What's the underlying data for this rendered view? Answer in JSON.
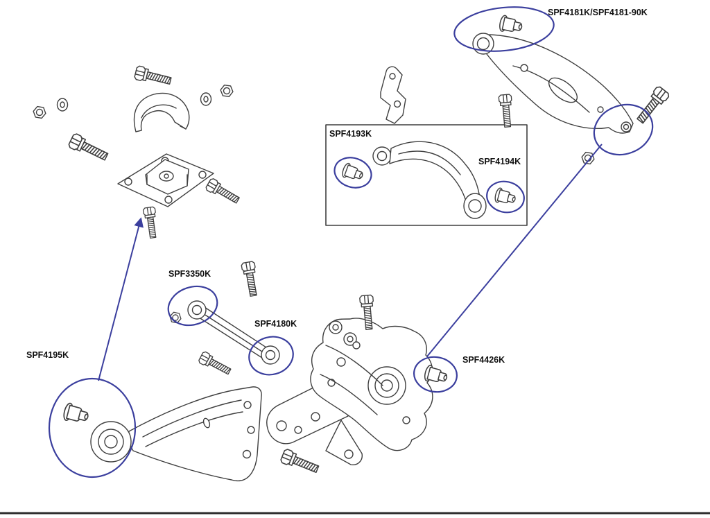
{
  "labels": {
    "spf4181": "SPF4181K/SPF4181-90K",
    "spf4193": "SPF4193K",
    "spf4194": "SPF4194K",
    "spf3350": "SPF3350K",
    "spf4180": "SPF4180K",
    "spf4195": "SPF4195K",
    "spf4426": "SPF4426K"
  },
  "colors": {
    "annotation": "#3b3f9e",
    "line_art": "#3f3f3f",
    "border": "#2e2e2e",
    "background": "#ffffff"
  }
}
